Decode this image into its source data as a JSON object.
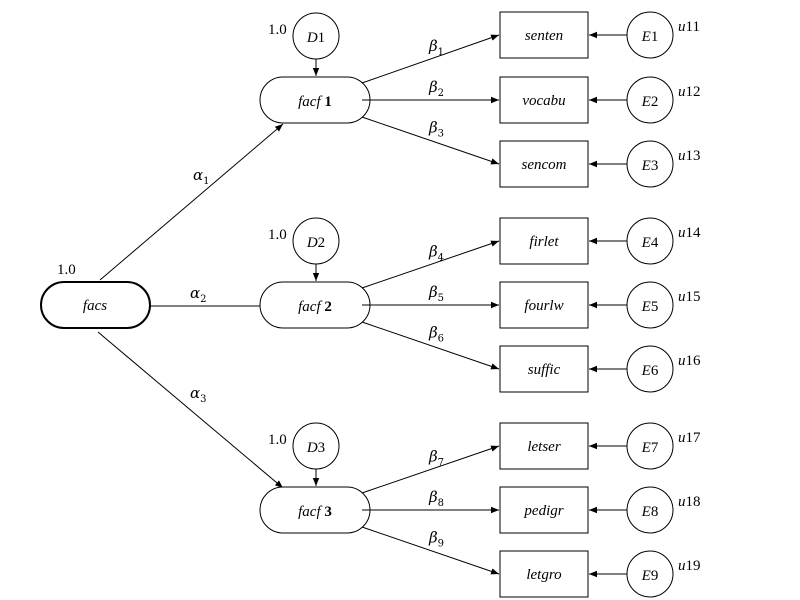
{
  "root": {
    "label": "facs",
    "variance": "1.0"
  },
  "alphas": [
    {
      "sym": "α",
      "sub": "1"
    },
    {
      "sym": "α",
      "sub": "2"
    },
    {
      "sym": "α",
      "sub": "3"
    }
  ],
  "factors": [
    {
      "label_it": "facf ",
      "label_num": "1",
      "disturbance": {
        "letter": "D",
        "num": "1",
        "variance": "1.0"
      },
      "indicators": [
        {
          "name": "senten",
          "beta": "1",
          "error_letter": "E",
          "error_num": "1",
          "u": "u11"
        },
        {
          "name": "vocabu",
          "beta": "2",
          "error_letter": "E",
          "error_num": "2",
          "u": "u12"
        },
        {
          "name": "sencom",
          "beta": "3",
          "error_letter": "E",
          "error_num": "3",
          "u": "u13"
        }
      ]
    },
    {
      "label_it": "facf ",
      "label_num": "2",
      "disturbance": {
        "letter": "D",
        "num": "2",
        "variance": "1.0"
      },
      "indicators": [
        {
          "name": "firlet",
          "beta": "4",
          "error_letter": "E",
          "error_num": "4",
          "u": "u14"
        },
        {
          "name": "fourlw",
          "beta": "5",
          "error_letter": "E",
          "error_num": "5",
          "u": "u15"
        },
        {
          "name": "suffic",
          "beta": "6",
          "error_letter": "E",
          "error_num": "6",
          "u": "u16"
        }
      ]
    },
    {
      "label_it": "facf ",
      "label_num": "3",
      "disturbance": {
        "letter": "D",
        "num": "3",
        "variance": "1.0"
      },
      "indicators": [
        {
          "name": "letser",
          "beta": "7",
          "error_letter": "E",
          "error_num": "7",
          "u": "u17"
        },
        {
          "name": "pedigr",
          "beta": "8",
          "error_letter": "E",
          "error_num": "8",
          "u": "u18"
        },
        {
          "name": "letgro",
          "beta": "9",
          "error_letter": "E",
          "error_num": "9",
          "u": "u19"
        }
      ]
    }
  ],
  "beta_symbol": "β",
  "colors": {
    "stroke": "#000000",
    "background": "#ffffff"
  }
}
